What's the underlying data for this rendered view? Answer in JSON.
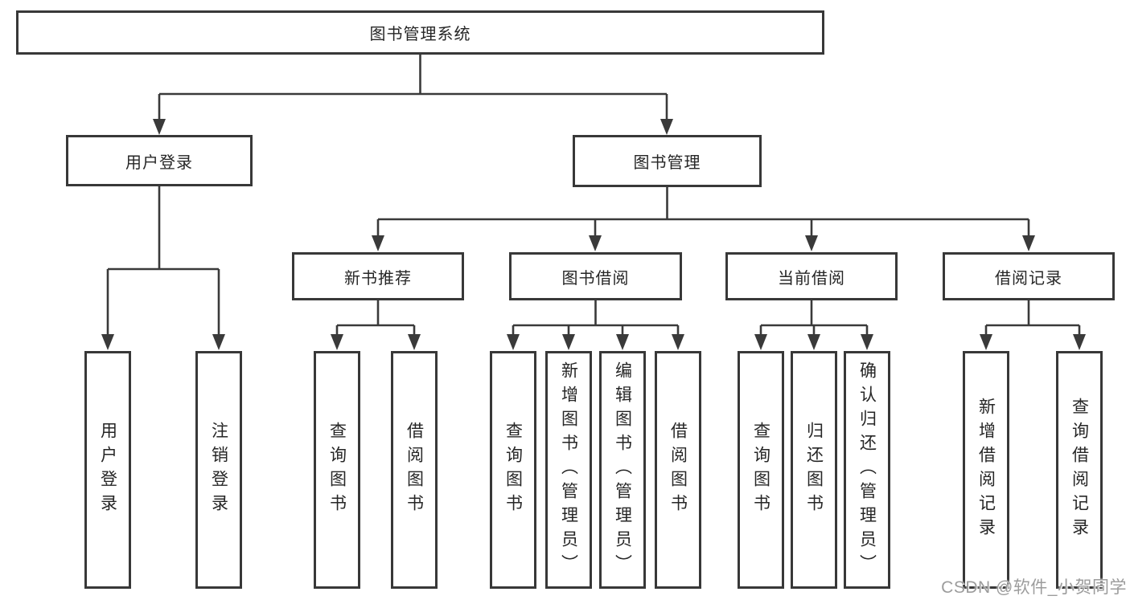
{
  "tree": {
    "root": {
      "label": "图书管理系统"
    },
    "branches": [
      {
        "label": "用户登录",
        "children": [
          {
            "label": "用户登录"
          },
          {
            "label": "注销登录"
          }
        ]
      },
      {
        "label": "图书管理",
        "groups": [
          {
            "label": "新书推荐",
            "children": [
              {
                "label": "查询图书"
              },
              {
                "label": "借阅图书"
              }
            ]
          },
          {
            "label": "图书借阅",
            "children": [
              {
                "label": "查询图书"
              },
              {
                "label": "新增图书（管理员）"
              },
              {
                "label": "编辑图书（管理员）"
              },
              {
                "label": "借阅图书"
              }
            ]
          },
          {
            "label": "当前借阅",
            "children": [
              {
                "label": "查询图书"
              },
              {
                "label": "归还图书"
              },
              {
                "label": "确认归还（管理员）"
              }
            ]
          },
          {
            "label": "借阅记录",
            "children": [
              {
                "label": "新增借阅记录"
              },
              {
                "label": "查询借阅记录"
              }
            ]
          }
        ]
      }
    ]
  },
  "watermark": "CSDN @软件_小贺同学",
  "colors": {
    "line": "#3a3a3a",
    "border": "#383838",
    "text": "#262626",
    "watermark": "#9c9c9c",
    "background": "#ffffff"
  }
}
